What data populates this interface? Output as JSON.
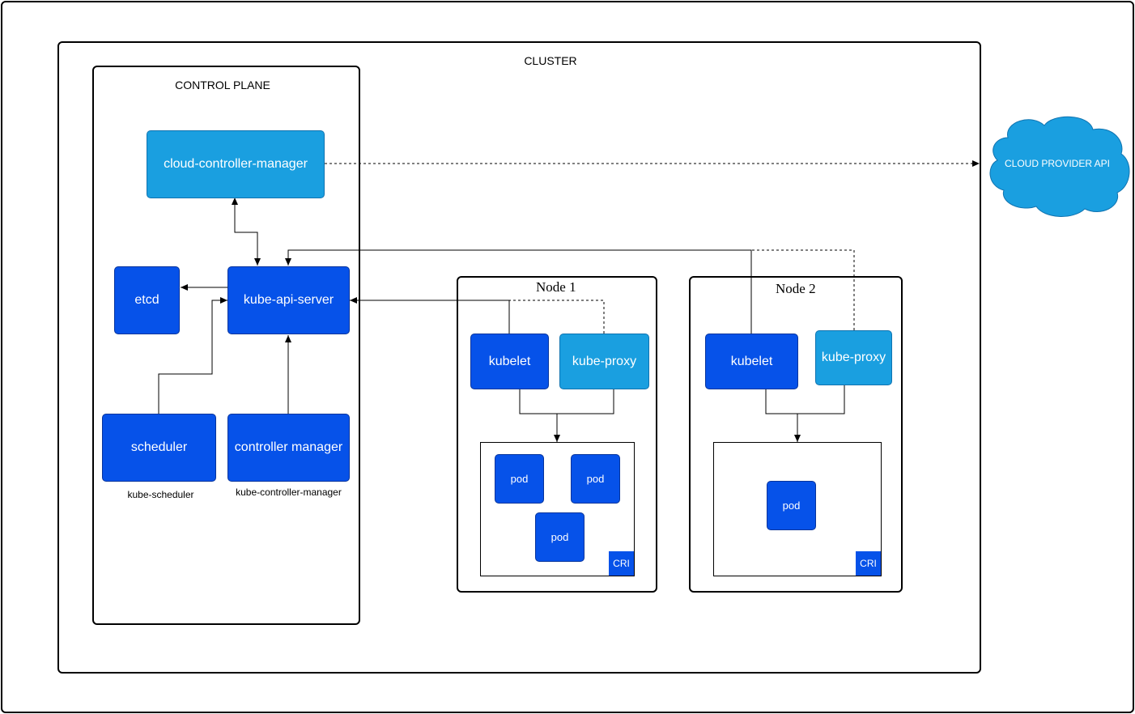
{
  "cluster": {
    "label": "CLUSTER"
  },
  "control_plane": {
    "label": "CONTROL PLANE",
    "cloud_controller_manager": "cloud-controller-manager",
    "etcd": "etcd",
    "kube_api_server": "kube-api-server",
    "scheduler": "scheduler",
    "scheduler_caption": "kube-scheduler",
    "controller_manager": "controller manager",
    "controller_manager_caption": "kube-controller-manager"
  },
  "node1": {
    "label": "Node 1",
    "kubelet": "kubelet",
    "kube_proxy": "kube-proxy",
    "pods": [
      "pod",
      "pod",
      "pod"
    ],
    "cri": "CRI"
  },
  "node2": {
    "label": "Node 2",
    "kubelet": "kubelet",
    "kube_proxy": "kube-proxy",
    "pods": [
      "pod"
    ],
    "cri": "CRI"
  },
  "cloud": {
    "label": "CLOUD PROVIDER API"
  },
  "colors": {
    "dark_component": "#0652e9",
    "light_component": "#1a9fe0"
  }
}
